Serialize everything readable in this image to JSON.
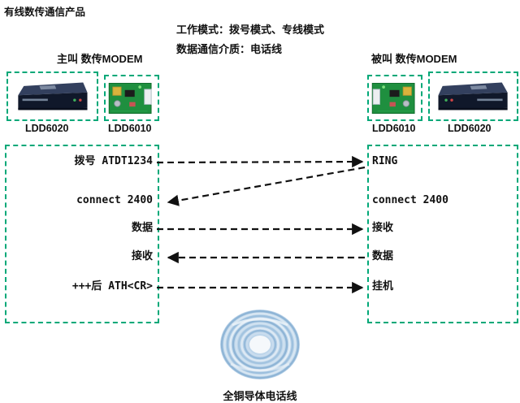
{
  "page": {
    "title": "有线数传通信产品",
    "work_mode": "工作模式：拨号模式、专线模式",
    "medium": "数据通信介质：电话线"
  },
  "left_station": {
    "label": "主叫 数传MODEM",
    "devices": [
      {
        "name": "LDD6020",
        "type": "modem"
      },
      {
        "name": "LDD6010",
        "type": "pcb-module"
      }
    ]
  },
  "right_station": {
    "label": "被叫 数传MODEM",
    "devices": [
      {
        "name": "LDD6010",
        "type": "pcb-module"
      },
      {
        "name": "LDD6020",
        "type": "modem"
      }
    ]
  },
  "flow": {
    "left": [
      "拨号 ATDT1234",
      "connect 2400",
      "数据",
      "接收",
      "+++后 ATH<CR>"
    ],
    "right": [
      "RING",
      "connect 2400",
      "接收",
      "数据",
      "挂机"
    ]
  },
  "arrows": [
    {
      "from": "拨号 ATDT1234",
      "to": "RING",
      "direction": "right"
    },
    {
      "from": "RING",
      "to": "connect 2400",
      "direction": "left-diagonal"
    },
    {
      "from": "数据",
      "to": "接收",
      "direction": "right"
    },
    {
      "from": "数据",
      "to": "接收",
      "direction": "left"
    },
    {
      "from": "+++后 ATH<CR>",
      "to": "挂机",
      "direction": "right"
    }
  ],
  "cable": {
    "label": "全铜导体电话线"
  },
  "colors": {
    "dashed_box": "#00a878",
    "arrow": "#111111",
    "cable_blue": "#a9c7e4",
    "modem_body": "#10182a",
    "pcb_green": "#1f8f3f"
  }
}
